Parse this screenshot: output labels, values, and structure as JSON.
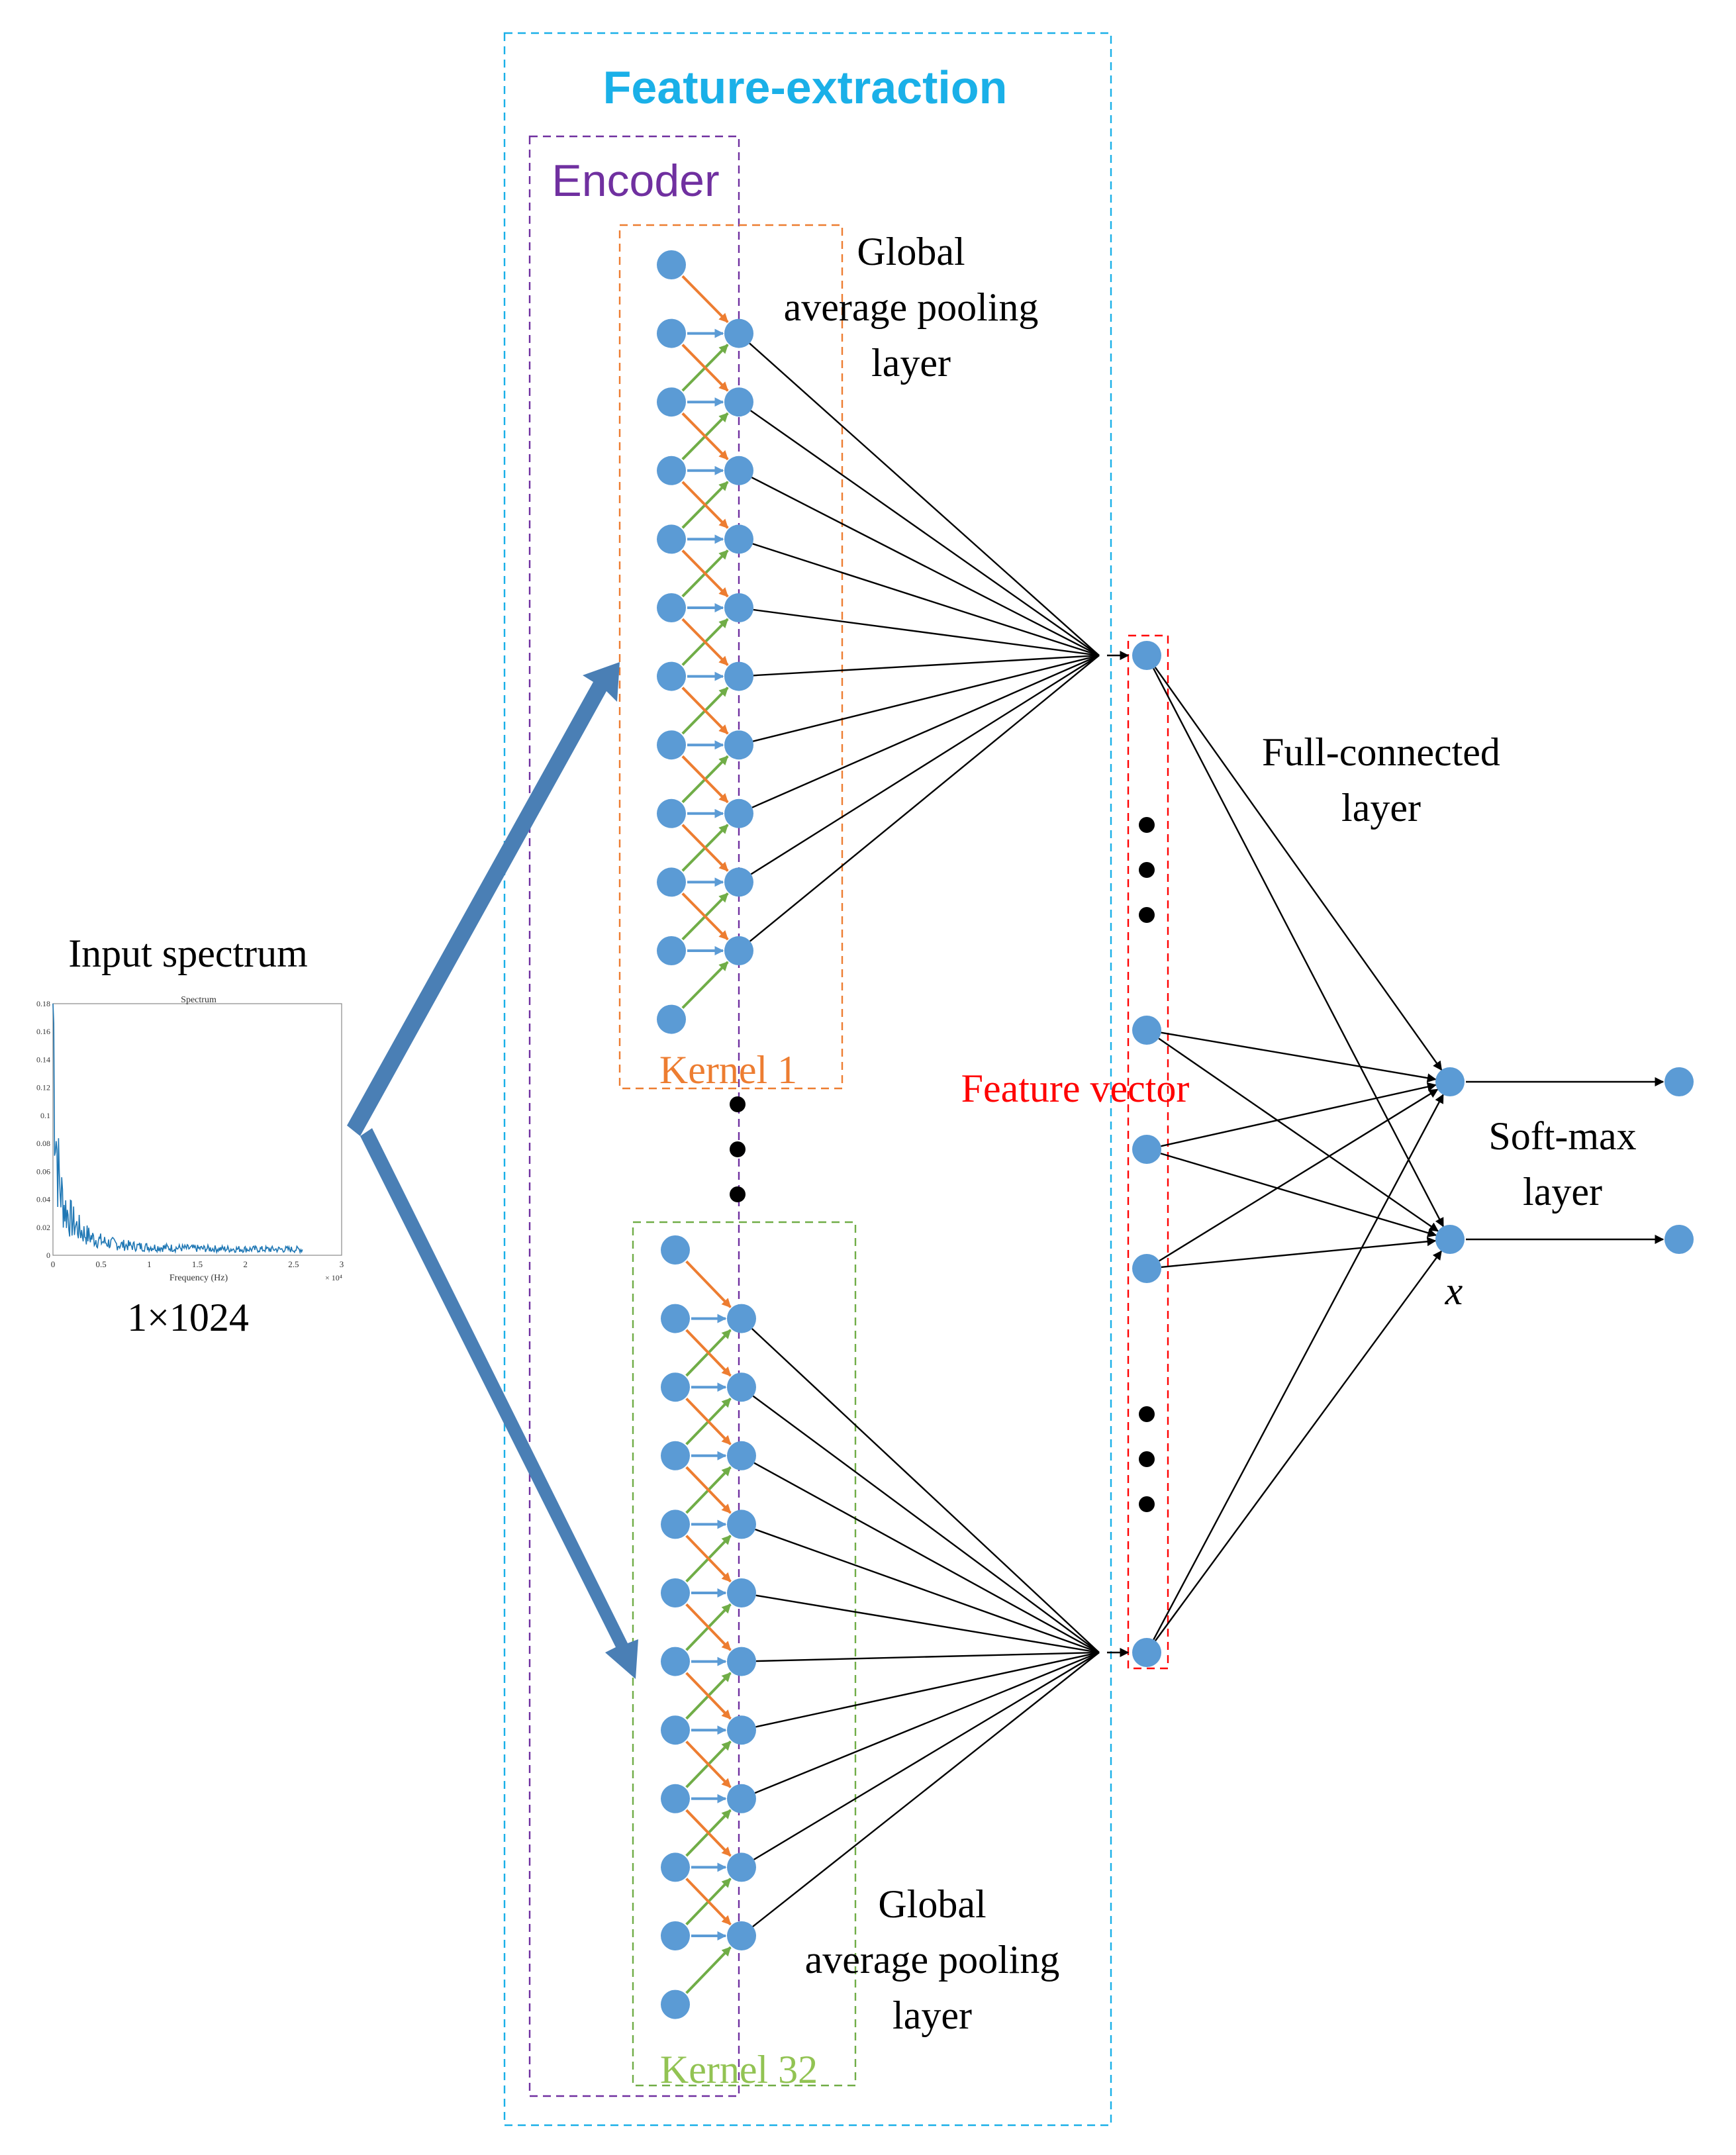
{
  "labels": {
    "feature_extraction": "Feature-extraction",
    "encoder": "Encoder",
    "global_pool_top": [
      "Global",
      "average pooling",
      "layer"
    ],
    "global_pool_bottom": [
      "Global",
      "average pooling",
      "layer"
    ],
    "kernel_1": "Kernel 1",
    "kernel_32": "Kernel 32",
    "feature_vector": "Feature vector",
    "full_connected": [
      "Full-connected",
      "layer"
    ],
    "softmax": [
      "Soft-max",
      "layer"
    ],
    "x_label": "x",
    "input_spectrum": "Input spectrum",
    "input_size": "1×1024"
  },
  "inset_plot": {
    "title": "Spectrum",
    "xlabel": "Frequency (Hz)",
    "x_multiplier": "× 10⁴",
    "x_ticks": [
      "0",
      "0.5",
      "1",
      "1.5",
      "2",
      "2.5",
      "3"
    ],
    "y_ticks": [
      "0",
      "0.02",
      "0.04",
      "0.06",
      "0.08",
      "0.1",
      "0.12",
      "0.14",
      "0.16",
      "0.18"
    ]
  },
  "colors": {
    "feature_extraction": "#1ab0e8",
    "encoder": "#7030a0",
    "kernel_1": "#ed7d31",
    "kernel_32": "#70ad47",
    "feature_vector": "#ff0000",
    "node": "#5b9bd5",
    "big_arrow": "#4a7fb5",
    "arrow_orange": "#ed7d31",
    "arrow_green": "#70ad47",
    "arrow_blue": "#5b9bd5",
    "plot_line": "#1f77b4"
  },
  "kernels": [
    {
      "input_nodes": 12,
      "pooled_nodes": 10
    },
    {
      "input_nodes": 12,
      "pooled_nodes": 10
    }
  ],
  "feature_vector_nodes": 5,
  "hidden_nodes": 2,
  "output_nodes": 2
}
